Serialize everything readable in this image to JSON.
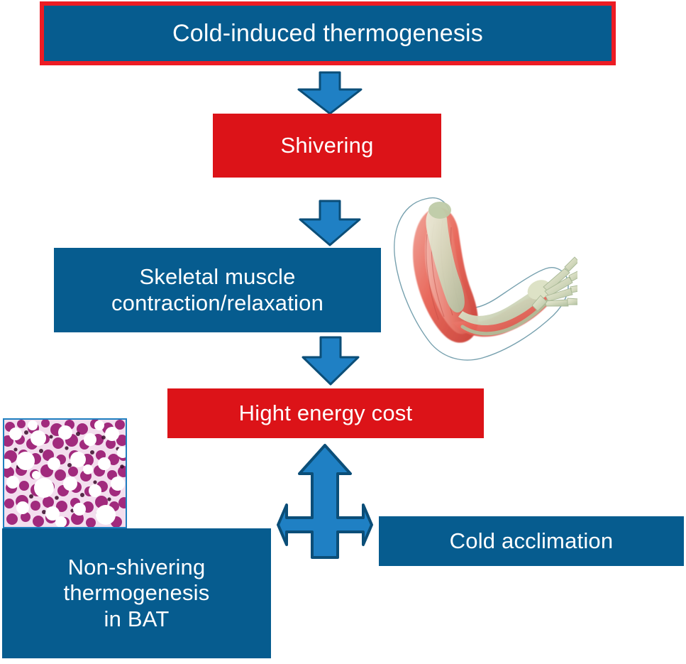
{
  "diagram": {
    "title": "Cold-induced thermogenesis pathway",
    "background_color": "#FFFFFF",
    "palette": {
      "box_blue": "#065C8F",
      "box_red": "#DC1318",
      "ring_red": "#ED1C24",
      "arrow_fill": "#1F80C4",
      "arrow_outline": "#0B4E78",
      "text_white": "#FFFFFF",
      "bat_stain_magenta": "#A8267A",
      "muscle_red": "#E8776B",
      "bone_cream": "#D9DCC0"
    },
    "nodes": [
      {
        "id": "cold-induced",
        "label": "Cold-induced thermogenesis",
        "style": "blue-with-red-border"
      },
      {
        "id": "shivering",
        "label": "Shivering",
        "style": "red"
      },
      {
        "id": "skeletal",
        "label": "Skeletal muscle\ncontraction/relaxation",
        "style": "blue"
      },
      {
        "id": "high-energy",
        "label": "Hight energy cost",
        "style": "red"
      },
      {
        "id": "cold-acclimation",
        "label": "Cold acclimation",
        "style": "blue"
      },
      {
        "id": "nst-bat",
        "label": "Non-shivering\nthermogenesis\nin BAT",
        "style": "blue"
      }
    ],
    "connectors": [
      {
        "id": "arrow-1",
        "from": "cold-induced",
        "to": "shivering",
        "direction": "down"
      },
      {
        "id": "arrow-2",
        "from": "shivering",
        "to": "skeletal",
        "direction": "down"
      },
      {
        "id": "arrow-3",
        "from": "skeletal",
        "to": "high-energy",
        "direction": "down"
      },
      {
        "id": "arrow-tri",
        "from": "high-energy",
        "to": "nst-bat, cold-acclimation",
        "direction": "up-left-right"
      }
    ],
    "images": [
      {
        "id": "arm-anatomy",
        "caption": "Flexed arm showing skeletal muscle and bone"
      },
      {
        "id": "bat-histology",
        "caption": "Brown adipose tissue histology section"
      }
    ]
  }
}
